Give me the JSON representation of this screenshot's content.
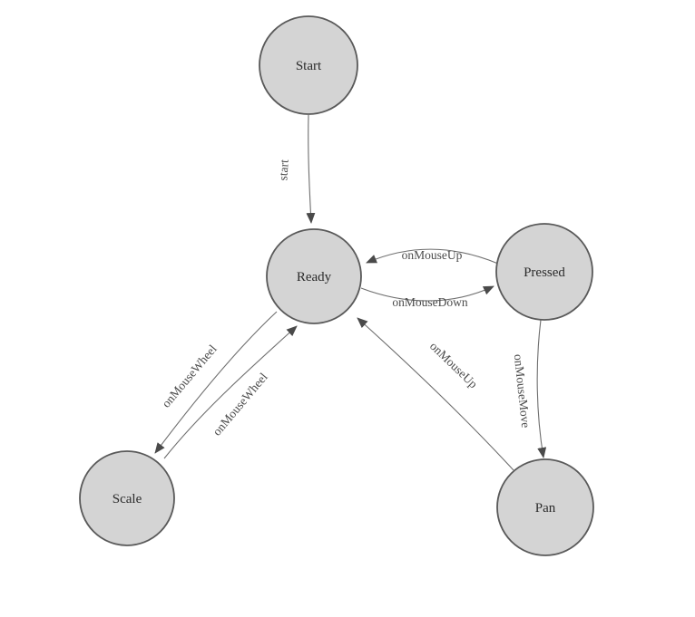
{
  "diagram": {
    "type": "state-machine",
    "colors": {
      "background": "#ffffff",
      "node_fill": "#d4d4d4",
      "node_stroke": "#595959",
      "edge_stroke": "#6e6e6e",
      "arrow": "#4a4a4a",
      "node_text": "#2b2b2b",
      "edge_text": "#4a4a4a"
    },
    "nodes": [
      {
        "id": "start",
        "label": "Start"
      },
      {
        "id": "ready",
        "label": "Ready"
      },
      {
        "id": "pressed",
        "label": "Pressed"
      },
      {
        "id": "scale",
        "label": "Scale"
      },
      {
        "id": "pan",
        "label": "Pan"
      }
    ],
    "edges": [
      {
        "from": "start",
        "to": "ready",
        "label": "start"
      },
      {
        "from": "pressed",
        "to": "ready",
        "label": "onMouseUp"
      },
      {
        "from": "ready",
        "to": "pressed",
        "label": "onMouseDown"
      },
      {
        "from": "ready",
        "to": "scale",
        "label": "onMouseWheel"
      },
      {
        "from": "scale",
        "to": "ready",
        "label": "onMouseWheel"
      },
      {
        "from": "pan",
        "to": "ready",
        "label": "onMouseUp"
      },
      {
        "from": "pressed",
        "to": "pan",
        "label": "onMouseMove"
      }
    ]
  }
}
